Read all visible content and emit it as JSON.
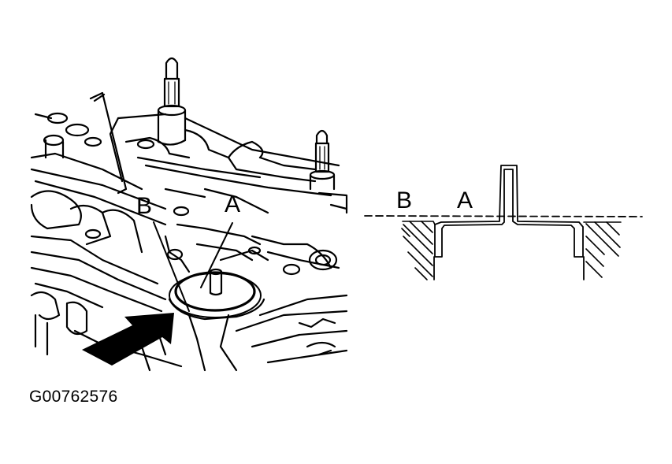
{
  "figure": {
    "id_label": "G00762576",
    "background": "#ffffff",
    "ink_color": "#000000"
  },
  "engine_view": {
    "callouts": [
      {
        "key": "B",
        "text": "B"
      },
      {
        "key": "A",
        "text": "A"
      }
    ],
    "arrow_icon": "direction-arrow"
  },
  "section_view": {
    "callouts": [
      {
        "key": "B",
        "text": "B"
      },
      {
        "key": "A",
        "text": "A"
      }
    ]
  }
}
